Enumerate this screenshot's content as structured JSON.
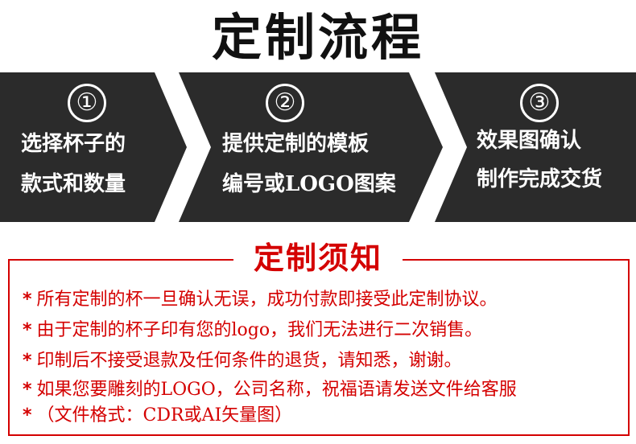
{
  "title": "定制流程",
  "steps": [
    {
      "number": "①",
      "line1": "选择杯子的",
      "line2": "款式和数量"
    },
    {
      "number": "②",
      "line1": "提供定制的模板",
      "line2": "编号或LOGO图案"
    },
    {
      "number": "③",
      "line1": "效果图确认",
      "line2": "制作完成交货"
    }
  ],
  "notice": {
    "title": "定制须知",
    "bullet": "*",
    "items": [
      "所有定制的杯一旦确认无误，成功付款即接受此定制协议。",
      "由于定制的杯子印有您的logo，我们无法进行二次销售。",
      "印制后不接受退款及任何条件的退货，请知悉，谢谢。",
      "如果您要雕刻的LOGO，公司名称，祝福语请发送文件给客服",
      "（文件格式：CDR或AI矢量图）"
    ]
  },
  "colors": {
    "arrow": "#2b2b2b",
    "accent": "#d40000",
    "text_dark": "#111111"
  }
}
